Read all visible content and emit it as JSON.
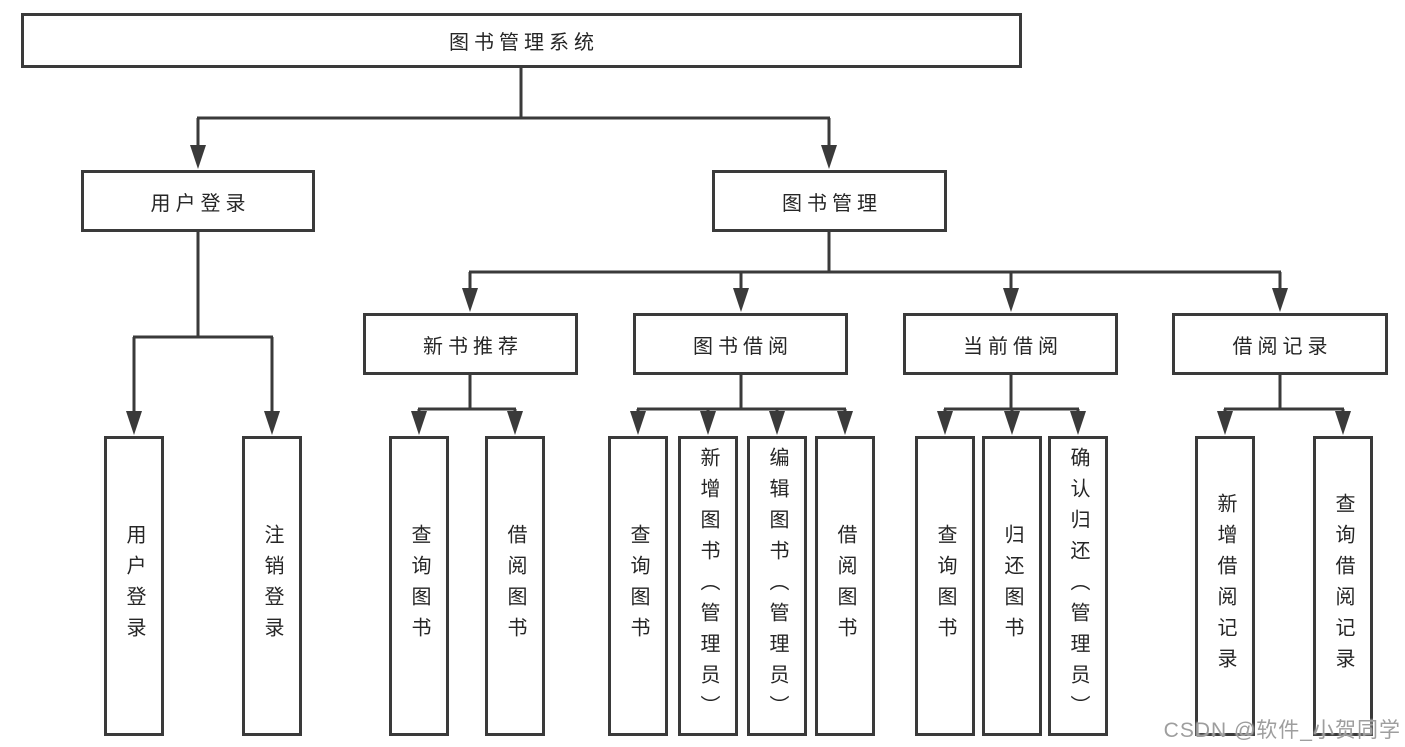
{
  "tree": {
    "root": {
      "label": "图书管理系统"
    },
    "children": [
      {
        "label": "用户登录",
        "children": [
          {
            "label": "用户登录"
          },
          {
            "label": "注销登录"
          }
        ]
      },
      {
        "label": "图书管理",
        "children": [
          {
            "label": "新书推荐",
            "children": [
              {
                "label": "查询图书"
              },
              {
                "label": "借阅图书"
              }
            ]
          },
          {
            "label": "图书借阅",
            "children": [
              {
                "label": "查询图书"
              },
              {
                "label": "新增图书（管理员）"
              },
              {
                "label": "编辑图书（管理员）"
              },
              {
                "label": "借阅图书"
              }
            ]
          },
          {
            "label": "当前借阅",
            "children": [
              {
                "label": "查询图书"
              },
              {
                "label": "归还图书"
              },
              {
                "label": "确认归还（管理员）"
              }
            ]
          },
          {
            "label": "借阅记录",
            "children": [
              {
                "label": "新增借阅记录"
              },
              {
                "label": "查询借阅记录"
              }
            ]
          }
        ]
      }
    ]
  },
  "watermark": {
    "text": "CSDN @软件_小贺同学"
  },
  "colors": {
    "line": "#3a3a3a",
    "box_border": "#3a3a3a",
    "text": "#262626",
    "watermark": "#9e9e9e",
    "background": "#ffffff"
  }
}
